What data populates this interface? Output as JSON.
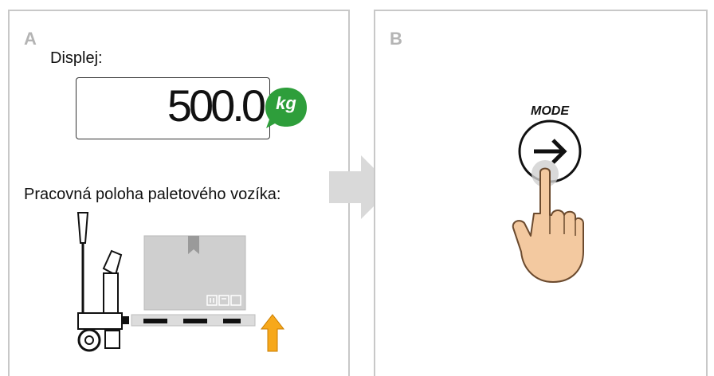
{
  "panel_a": {
    "letter": "A",
    "display_label": "Displej:",
    "display_value": "500.0",
    "display_unit": "kg",
    "position_label": "Pracovná poloha paletového vozíka:"
  },
  "panel_b": {
    "letter": "B",
    "button_label": "MODE"
  },
  "colors": {
    "panel_border": "#c8c8c8",
    "unit_badge": "#2e9e3b",
    "arrow_up": "#f7a81b",
    "transition_arrow": "#d9d9d9",
    "box": "#cfcfcf",
    "hand": "#f3c9a0"
  },
  "icons": [
    "transition-arrow-icon",
    "pallet-truck-icon",
    "box-icon",
    "up-arrow-icon",
    "mode-button-icon",
    "right-arrow-icon",
    "pointing-hand-icon"
  ]
}
